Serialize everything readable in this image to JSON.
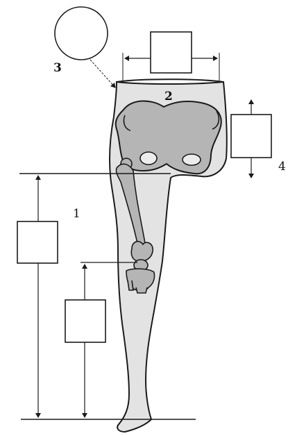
{
  "diagram": {
    "labels": {
      "one": "1",
      "two": "2",
      "three": "3",
      "four": "4"
    },
    "colors": {
      "line": "#1a1a1a",
      "limb_fill": "#e3e3e3",
      "bone_fill": "#b5b5b5",
      "bone_light": "#ececec",
      "background": "#ffffff"
    }
  }
}
